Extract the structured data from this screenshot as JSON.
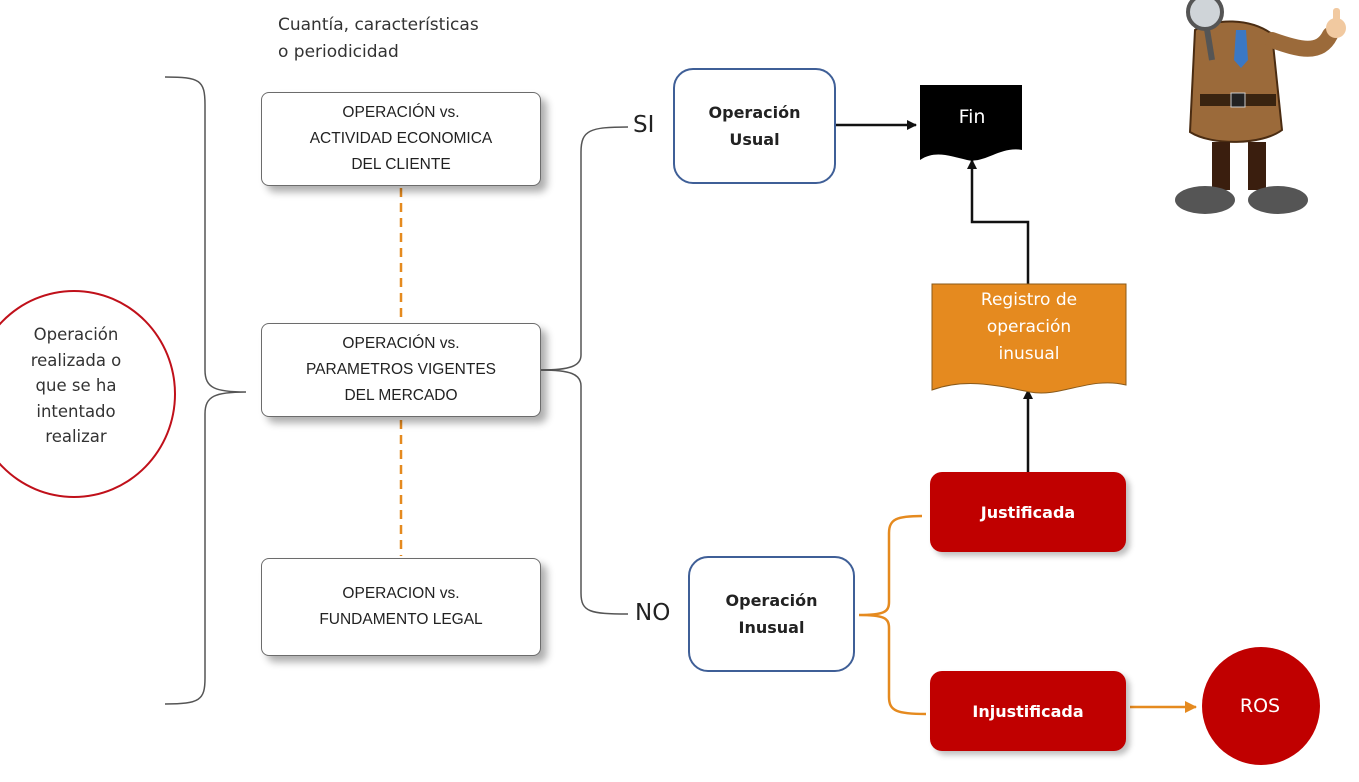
{
  "header": {
    "line1": "Cuantía, características",
    "line2": "o periodicidad"
  },
  "start": {
    "text": "Operación\nrealizada o\nque se ha\nintentado\nrealizar"
  },
  "comparisons": {
    "activity": "OPERACIÓN vs.\nACTIVIDAD ECONOMICA\nDEL CLIENTE",
    "market": "OPERACIÓN vs.\nPARAMETROS VIGENTES\nDEL MERCADO",
    "legal": "OPERACION vs.\nFUNDAMENTO LEGAL"
  },
  "branches": {
    "yes": "SI",
    "no": "NO"
  },
  "usual": {
    "label": "Operación\nUsual"
  },
  "unusual": {
    "label": "Operación\nInusual"
  },
  "fin": {
    "label": "Fin"
  },
  "registro": {
    "label": "Registro de\noperación\ninusual"
  },
  "justificada": {
    "label": "Justificada"
  },
  "injustificada": {
    "label": "Injustificada"
  },
  "ros": {
    "label": "ROS"
  },
  "colors": {
    "red": "#c00000",
    "orange": "#e58a1f",
    "blue_border": "#3f5f97",
    "circle_border": "#c0101a"
  },
  "illustration": {
    "icon": "detective-with-magnifying-glass"
  }
}
